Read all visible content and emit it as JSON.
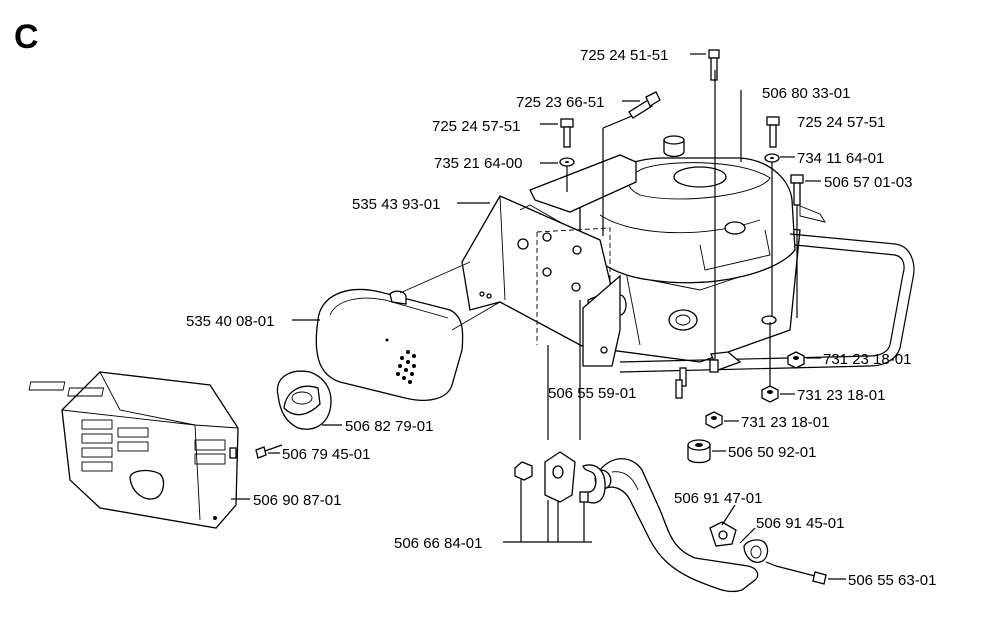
{
  "section_letter": "C",
  "labels": {
    "p725_24_51_51": "725 24 51-51",
    "p506_80_33_01": "506 80 33-01",
    "p725_23_66_51": "725 23 66-51",
    "p725_24_57_51_left": "725 24 57-51",
    "p725_24_57_51_right": "725 24 57-51",
    "p735_21_64_00": "735 21 64-00",
    "p734_11_64_01": "734 11 64-01",
    "p506_57_01_03": "506 57 01-03",
    "p535_43_93_01": "535 43 93-01",
    "p535_40_08_01": "535 40 08-01",
    "p731_23_18_01_a": "731 23 18-01",
    "p731_23_18_01_b": "731 23 18-01",
    "p731_23_18_01_c": "731 23 18-01",
    "p506_55_59_01": "506 55 59-01",
    "p506_82_79_01": "506 82 79-01",
    "p506_79_45_01": "506 79 45-01",
    "p506_50_92_01": "506 50 92-01",
    "p506_90_87_01": "506 90 87-01",
    "p506_91_47_01": "506 91 47-01",
    "p506_91_45_01": "506 91 45-01",
    "p506_66_84_01": "506 66 84-01",
    "p506_55_63_01": "506 55 63-01"
  }
}
